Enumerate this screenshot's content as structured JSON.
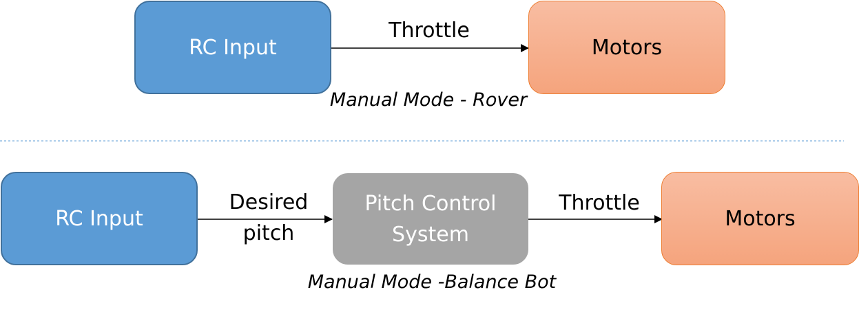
{
  "manual_rover": {
    "rc_input": "RC Input",
    "throttle": "Throttle",
    "motors": "Motors",
    "caption": "Manual Mode - Rover"
  },
  "manual_balance": {
    "rc_input": "RC Input",
    "desired_pitch_line1": "Desired",
    "desired_pitch_line2": "pitch",
    "pitch_control_line1": "Pitch Control",
    "pitch_control_line2": "System",
    "throttle": "Throttle",
    "motors": "Motors",
    "caption": "Manual Mode -Balance Bot"
  },
  "colors": {
    "input_fill": "#5b9bd5",
    "input_border": "#41719c",
    "motors_fill_top": "#f8bda2",
    "motors_fill_bottom": "#f5a47d",
    "motors_border": "#ed7d31",
    "control_fill": "#a5a5a5",
    "divider": "#5b9bd5",
    "arrow": "#000000"
  }
}
